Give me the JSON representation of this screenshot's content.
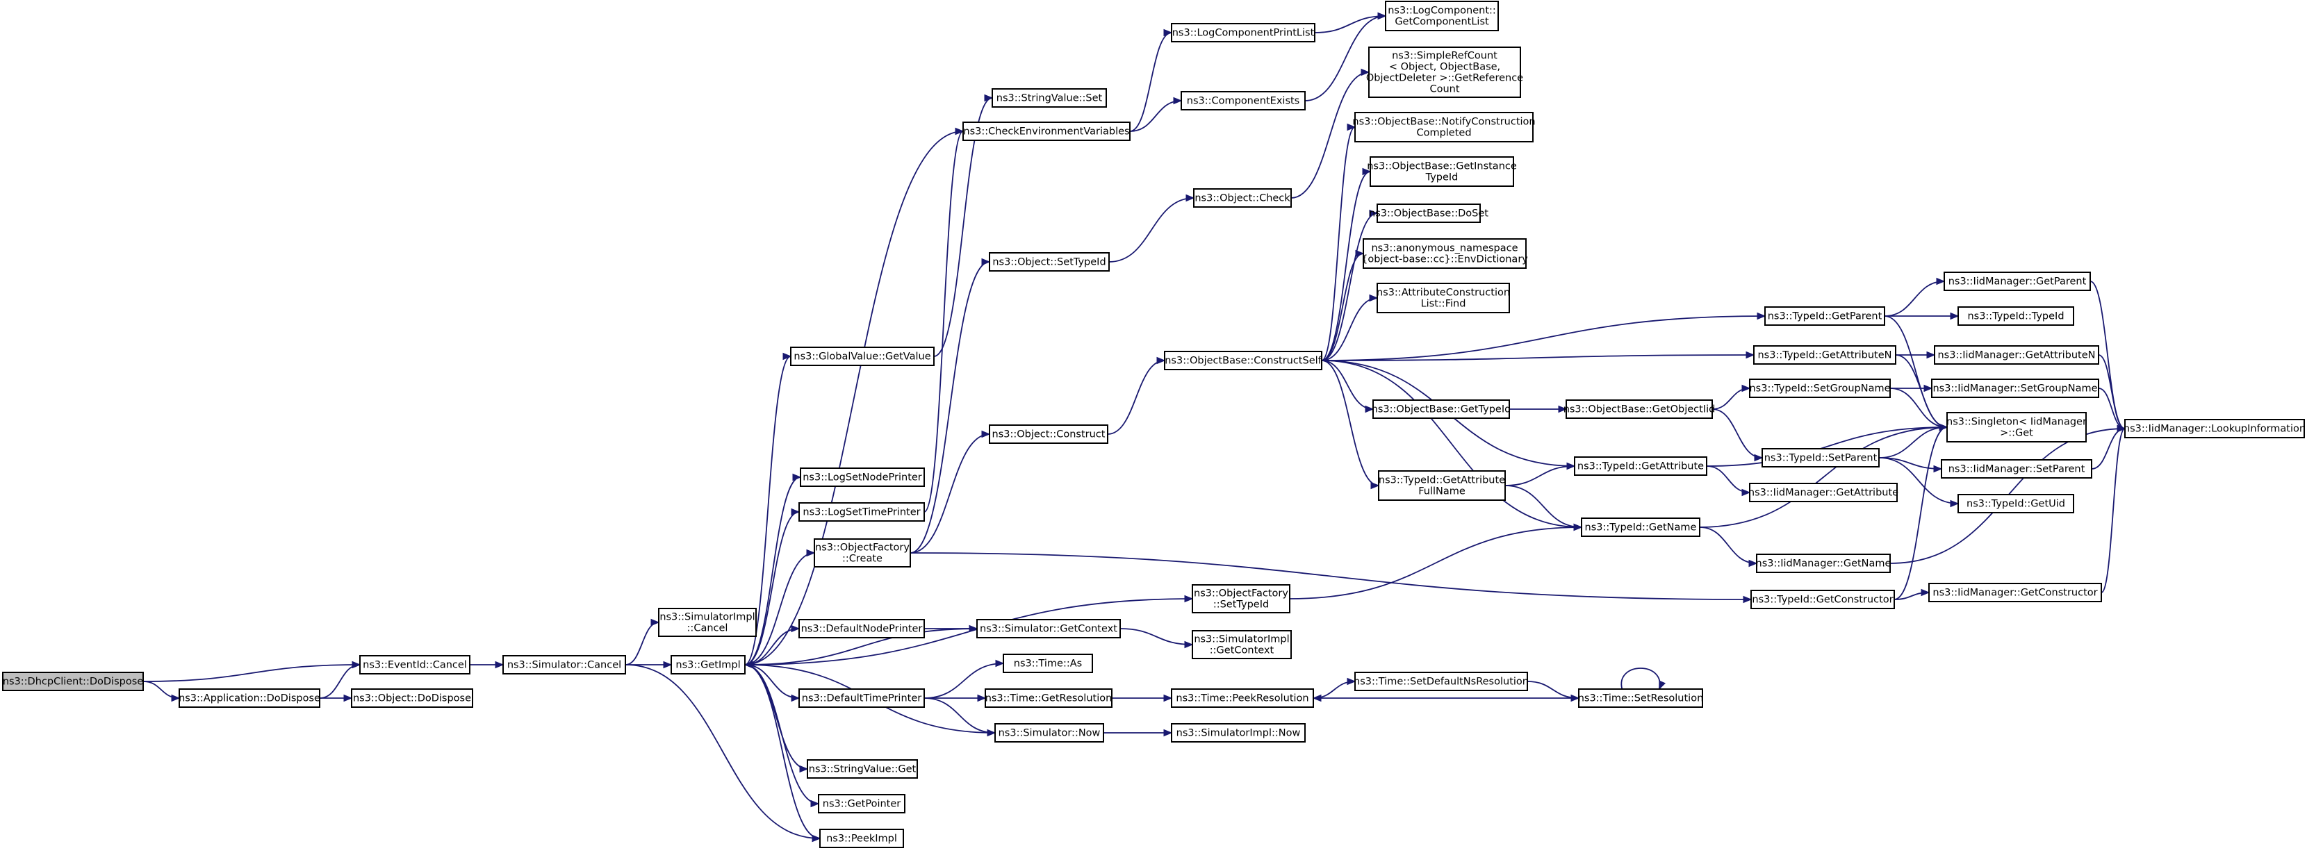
{
  "colors": {
    "edge": "#191970",
    "root_fill": "#bfbfbf",
    "node_fill": "#ffffff",
    "border": "#000000"
  },
  "nodes": [
    {
      "id": "dhcp_dodispose",
      "lines": [
        "ns3::DhcpClient::DoDispose"
      ],
      "root": true
    },
    {
      "id": "app_dodispose",
      "lines": [
        "ns3::Application::DoDispose"
      ]
    },
    {
      "id": "obj_dodispose",
      "lines": [
        "ns3::Object::DoDispose"
      ]
    },
    {
      "id": "eventid_cancel",
      "lines": [
        "ns3::EventId::Cancel"
      ]
    },
    {
      "id": "sim_cancel",
      "lines": [
        "ns3::Simulator::Cancel"
      ]
    },
    {
      "id": "simimpl_cancel",
      "lines": [
        "ns3::SimulatorImpl",
        "::Cancel"
      ]
    },
    {
      "id": "getimpl",
      "lines": [
        "ns3::GetImpl"
      ]
    },
    {
      "id": "gv_getvalue",
      "lines": [
        "ns3::GlobalValue::GetValue"
      ]
    },
    {
      "id": "logsetnode",
      "lines": [
        "ns3::LogSetNodePrinter"
      ]
    },
    {
      "id": "logsettime",
      "lines": [
        "ns3::LogSetTimePrinter"
      ]
    },
    {
      "id": "objfact_create",
      "lines": [
        "ns3::ObjectFactory",
        "::Create"
      ]
    },
    {
      "id": "defnodeprinter",
      "lines": [
        "ns3::DefaultNodePrinter"
      ]
    },
    {
      "id": "deftimeprinter",
      "lines": [
        "ns3::DefaultTimePrinter"
      ]
    },
    {
      "id": "sv_get",
      "lines": [
        "ns3::StringValue::Get"
      ]
    },
    {
      "id": "getpointer",
      "lines": [
        "ns3::GetPointer"
      ]
    },
    {
      "id": "peekimpl",
      "lines": [
        "ns3::PeekImpl"
      ]
    },
    {
      "id": "sv_set",
      "lines": [
        "ns3::StringValue::Set"
      ]
    },
    {
      "id": "checkenv",
      "lines": [
        "ns3::CheckEnvironmentVariables"
      ]
    },
    {
      "id": "obj_settypeid",
      "lines": [
        "ns3::Object::SetTypeId"
      ]
    },
    {
      "id": "obj_construct",
      "lines": [
        "ns3::Object::Construct"
      ]
    },
    {
      "id": "objfact_settypeid",
      "lines": [
        "ns3::ObjectFactory",
        "::SetTypeId"
      ]
    },
    {
      "id": "sim_getcontext",
      "lines": [
        "ns3::Simulator::GetContext"
      ]
    },
    {
      "id": "time_as",
      "lines": [
        "ns3::Time::As"
      ]
    },
    {
      "id": "time_getres",
      "lines": [
        "ns3::Time::GetResolution"
      ]
    },
    {
      "id": "sim_now",
      "lines": [
        "ns3::Simulator::Now"
      ]
    },
    {
      "id": "logcompprint",
      "lines": [
        "ns3::LogComponentPrintList"
      ]
    },
    {
      "id": "compexists",
      "lines": [
        "ns3::ComponentExists"
      ]
    },
    {
      "id": "obj_check",
      "lines": [
        "ns3::Object::Check"
      ]
    },
    {
      "id": "objbase_constructself",
      "lines": [
        "ns3::ObjectBase::ConstructSelf"
      ]
    },
    {
      "id": "simimpl_getcontext",
      "lines": [
        "ns3::SimulatorImpl",
        "::GetContext"
      ]
    },
    {
      "id": "time_peekres",
      "lines": [
        "ns3::Time::PeekResolution"
      ]
    },
    {
      "id": "simimpl_now",
      "lines": [
        "ns3::SimulatorImpl::Now"
      ]
    },
    {
      "id": "logcomp_getlist",
      "lines": [
        "ns3::LogComponent::",
        "GetComponentList"
      ]
    },
    {
      "id": "simplerefcount",
      "lines": [
        "ns3::SimpleRefCount",
        "< Object, ObjectBase,",
        "ObjectDeleter >::GetReference",
        "Count"
      ]
    },
    {
      "id": "objbase_notify",
      "lines": [
        "ns3::ObjectBase::NotifyConstruction",
        "Completed"
      ]
    },
    {
      "id": "objbase_getinst",
      "lines": [
        "ns3::ObjectBase::GetInstance",
        "TypeId"
      ]
    },
    {
      "id": "objbase_doset",
      "lines": [
        "ns3::ObjectBase::DoSet"
      ]
    },
    {
      "id": "anon_envdict",
      "lines": [
        "ns3::anonymous_namespace",
        "{object-base::cc}::EnvDictionary"
      ]
    },
    {
      "id": "attrconst_find",
      "lines": [
        "ns3::AttributeConstruction",
        "List::Find"
      ]
    },
    {
      "id": "objbase_gettypeid",
      "lines": [
        "ns3::ObjectBase::GetTypeId"
      ]
    },
    {
      "id": "typeid_getattrfull",
      "lines": [
        "ns3::TypeId::GetAttribute",
        "FullName"
      ]
    },
    {
      "id": "time_setdefaultns",
      "lines": [
        "ns3::Time::SetDefaultNsResolution"
      ]
    },
    {
      "id": "time_setres",
      "lines": [
        "ns3::Time::SetResolution"
      ]
    },
    {
      "id": "objbase_getobjtid",
      "lines": [
        "ns3::ObjectBase::GetObjectIid"
      ]
    },
    {
      "id": "typeid_getattribute",
      "lines": [
        "ns3::TypeId::GetAttribute"
      ]
    },
    {
      "id": "typeid_getname",
      "lines": [
        "ns3::TypeId::GetName"
      ]
    },
    {
      "id": "typeid_getparent",
      "lines": [
        "ns3::TypeId::GetParent"
      ]
    },
    {
      "id": "typeid_getattrn",
      "lines": [
        "ns3::TypeId::GetAttributeN"
      ]
    },
    {
      "id": "typeid_setgroupname",
      "lines": [
        "ns3::TypeId::SetGroupName"
      ]
    },
    {
      "id": "typeid_setparent",
      "lines": [
        "ns3::TypeId::SetParent"
      ]
    },
    {
      "id": "iidm_getattribute",
      "lines": [
        "ns3::IidManager::GetAttribute"
      ]
    },
    {
      "id": "iidm_getname",
      "lines": [
        "ns3::IidManager::GetName"
      ]
    },
    {
      "id": "typeid_getconstructor",
      "lines": [
        "ns3::TypeId::GetConstructor"
      ]
    },
    {
      "id": "iidm_getparent",
      "lines": [
        "ns3::IidManager::GetParent"
      ]
    },
    {
      "id": "typeid_typeid",
      "lines": [
        "ns3::TypeId::TypeId"
      ]
    },
    {
      "id": "iidm_getattrn",
      "lines": [
        "ns3::IidManager::GetAttributeN"
      ]
    },
    {
      "id": "iidm_setgroupname",
      "lines": [
        "ns3::IidManager::SetGroupName"
      ]
    },
    {
      "id": "singleton_get",
      "lines": [
        "ns3::Singleton< IidManager",
        ">::Get"
      ]
    },
    {
      "id": "iidm_setparent",
      "lines": [
        "ns3::IidManager::SetParent"
      ]
    },
    {
      "id": "typeid_getuid",
      "lines": [
        "ns3::TypeId::GetUid"
      ]
    },
    {
      "id": "iidm_getconstructor",
      "lines": [
        "ns3::IidManager::GetConstructor"
      ]
    },
    {
      "id": "iidm_lookup",
      "lines": [
        "ns3::IidManager::LookupInformation"
      ]
    }
  ],
  "edges": [
    [
      "dhcp_dodispose",
      "app_dodispose"
    ],
    [
      "dhcp_dodispose",
      "eventid_cancel"
    ],
    [
      "app_dodispose",
      "eventid_cancel"
    ],
    [
      "app_dodispose",
      "obj_dodispose"
    ],
    [
      "eventid_cancel",
      "sim_cancel"
    ],
    [
      "sim_cancel",
      "simimpl_cancel"
    ],
    [
      "sim_cancel",
      "getimpl"
    ],
    [
      "sim_cancel",
      "peekimpl"
    ],
    [
      "getimpl",
      "gv_getvalue"
    ],
    [
      "getimpl",
      "logsetnode"
    ],
    [
      "getimpl",
      "logsettime"
    ],
    [
      "getimpl",
      "objfact_create"
    ],
    [
      "getimpl",
      "defnodeprinter"
    ],
    [
      "getimpl",
      "deftimeprinter"
    ],
    [
      "getimpl",
      "sv_get"
    ],
    [
      "getimpl",
      "getpointer"
    ],
    [
      "getimpl",
      "peekimpl"
    ],
    [
      "getimpl",
      "objfact_settypeid"
    ],
    [
      "getimpl",
      "checkenv"
    ],
    [
      "gv_getvalue",
      "sv_set"
    ],
    [
      "logsettime",
      "checkenv"
    ],
    [
      "objfact_create",
      "obj_settypeid"
    ],
    [
      "objfact_create",
      "obj_construct"
    ],
    [
      "objfact_create",
      "typeid_getconstructor"
    ],
    [
      "defnodeprinter",
      "sim_getcontext"
    ],
    [
      "sim_getcontext",
      "getimpl"
    ],
    [
      "sim_getcontext",
      "simimpl_getcontext"
    ],
    [
      "deftimeprinter",
      "time_as"
    ],
    [
      "deftimeprinter",
      "time_getres"
    ],
    [
      "deftimeprinter",
      "sim_now"
    ],
    [
      "sim_now",
      "getimpl"
    ],
    [
      "sim_now",
      "simimpl_now"
    ],
    [
      "time_getres",
      "time_peekres"
    ],
    [
      "checkenv",
      "logcompprint"
    ],
    [
      "checkenv",
      "compexists"
    ],
    [
      "logcompprint",
      "logcomp_getlist"
    ],
    [
      "compexists",
      "logcomp_getlist"
    ],
    [
      "obj_settypeid",
      "obj_check"
    ],
    [
      "obj_check",
      "simplerefcount"
    ],
    [
      "obj_construct",
      "objbase_constructself"
    ],
    [
      "objfact_settypeid",
      "typeid_getname"
    ],
    [
      "objbase_constructself",
      "objbase_notify"
    ],
    [
      "objbase_constructself",
      "objbase_getinst"
    ],
    [
      "objbase_constructself",
      "objbase_doset"
    ],
    [
      "objbase_constructself",
      "anon_envdict"
    ],
    [
      "objbase_constructself",
      "attrconst_find"
    ],
    [
      "objbase_constructself",
      "typeid_getparent"
    ],
    [
      "objbase_constructself",
      "typeid_getattrn"
    ],
    [
      "objbase_constructself",
      "objbase_gettypeid"
    ],
    [
      "objbase_constructself",
      "typeid_getattribute"
    ],
    [
      "objbase_constructself",
      "typeid_getattrfull"
    ],
    [
      "objbase_constructself",
      "typeid_getname"
    ],
    [
      "objbase_gettypeid",
      "objbase_getobjtid"
    ],
    [
      "objbase_getobjtid",
      "typeid_setgroupname"
    ],
    [
      "objbase_getobjtid",
      "typeid_setparent"
    ],
    [
      "typeid_getattrfull",
      "typeid_getattribute"
    ],
    [
      "typeid_getattrfull",
      "typeid_getname"
    ],
    [
      "typeid_getattribute",
      "singleton_get"
    ],
    [
      "typeid_getattribute",
      "iidm_getattribute"
    ],
    [
      "typeid_getname",
      "singleton_get"
    ],
    [
      "typeid_getname",
      "iidm_getname"
    ],
    [
      "typeid_getparent",
      "iidm_getparent"
    ],
    [
      "typeid_getparent",
      "typeid_typeid"
    ],
    [
      "typeid_getparent",
      "singleton_get"
    ],
    [
      "typeid_getattrn",
      "iidm_getattrn"
    ],
    [
      "typeid_getattrn",
      "singleton_get"
    ],
    [
      "typeid_setgroupname",
      "iidm_setgroupname"
    ],
    [
      "typeid_setgroupname",
      "singleton_get"
    ],
    [
      "typeid_setparent",
      "singleton_get"
    ],
    [
      "typeid_setparent",
      "iidm_setparent"
    ],
    [
      "typeid_setparent",
      "typeid_getuid"
    ],
    [
      "typeid_getconstructor",
      "iidm_getconstructor"
    ],
    [
      "typeid_getconstructor",
      "singleton_get"
    ],
    [
      "iidm_getparent",
      "iidm_lookup"
    ],
    [
      "iidm_getattrn",
      "iidm_lookup"
    ],
    [
      "iidm_setgroupname",
      "iidm_lookup"
    ],
    [
      "iidm_setparent",
      "iidm_lookup"
    ],
    [
      "iidm_getname",
      "iidm_lookup"
    ],
    [
      "iidm_getconstructor",
      "iidm_lookup"
    ],
    [
      "time_setdefaultns",
      "time_setres"
    ],
    [
      "time_setres",
      "time_peekres"
    ],
    [
      "time_peekres",
      "time_setdefaultns"
    ],
    [
      "time_setres",
      "time_setres"
    ]
  ]
}
